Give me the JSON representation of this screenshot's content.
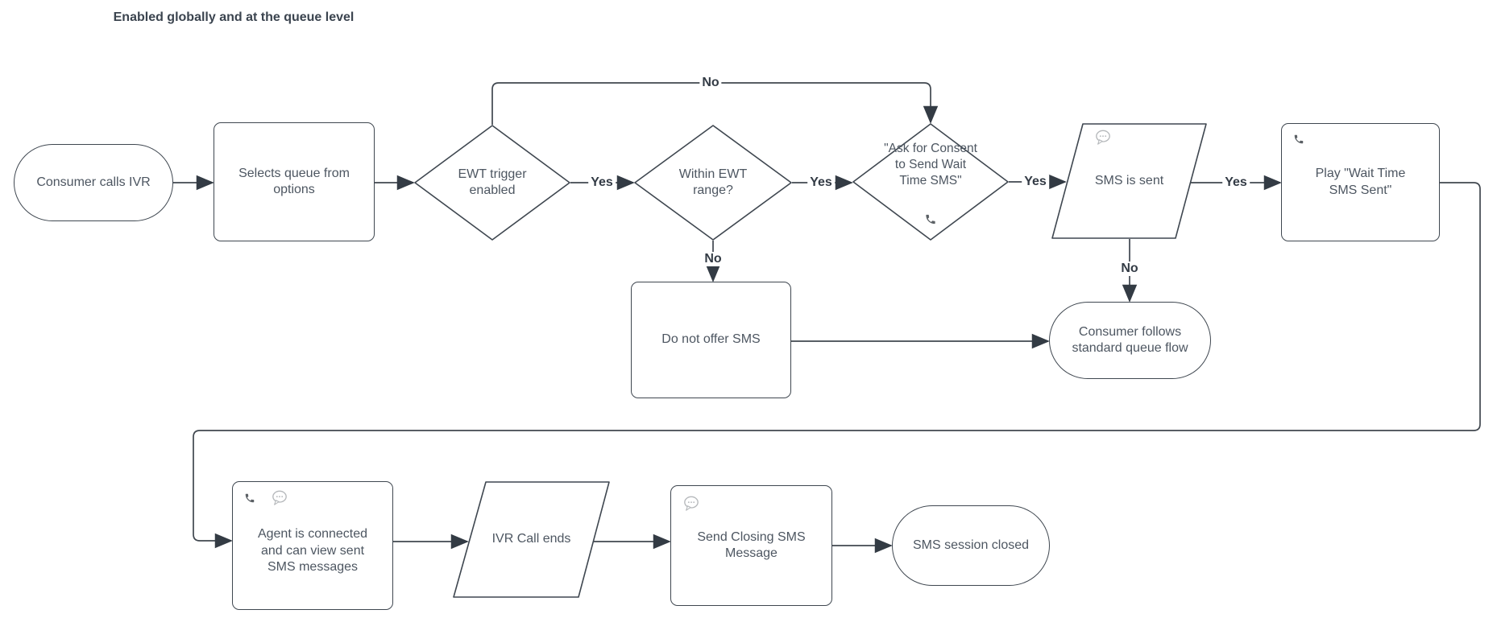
{
  "title": "Enabled globally and at the queue level",
  "nodes": {
    "start": {
      "label": "Consumer calls IVR",
      "shape": "terminator"
    },
    "selects_queue": {
      "label": "Selects queue from options",
      "shape": "process"
    },
    "ewt_trigger": {
      "label": "EWT trigger enabled",
      "shape": "decision"
    },
    "ewt_range": {
      "label": "Within EWT range?",
      "shape": "decision"
    },
    "consent": {
      "label": "\"Ask for Consent to Send Wait Time SMS\"",
      "shape": "decision",
      "icon": "phone"
    },
    "sms_sent": {
      "label": "SMS is sent",
      "shape": "data",
      "icon": "speech-bubble"
    },
    "play_wait": {
      "label": "Play \"Wait Time SMS Sent\"",
      "shape": "process",
      "icon": "phone"
    },
    "do_not_offer": {
      "label": "Do not offer SMS",
      "shape": "process"
    },
    "consumer_follows": {
      "label": "Consumer follows standard queue flow",
      "shape": "terminator"
    },
    "agent_connected": {
      "label": "Agent is connected and can view sent SMS messages",
      "shape": "process",
      "icons": [
        "phone",
        "speech-bubble"
      ]
    },
    "ivr_ends": {
      "label": "IVR Call ends",
      "shape": "data"
    },
    "send_closing": {
      "label": "Send Closing SMS Message",
      "shape": "process",
      "icon": "speech-bubble"
    },
    "sms_closed": {
      "label": "SMS session closed",
      "shape": "terminator"
    }
  },
  "edge_labels": {
    "yes": "Yes",
    "no": "No"
  },
  "colors": {
    "shape_border": "#3f4750",
    "connector": "#40474f",
    "text": "#4d5661",
    "label_text": "#333b45",
    "icon_phone": "#5b6065",
    "icon_bubble": "#b5b8bb",
    "background": "#ffffff"
  }
}
